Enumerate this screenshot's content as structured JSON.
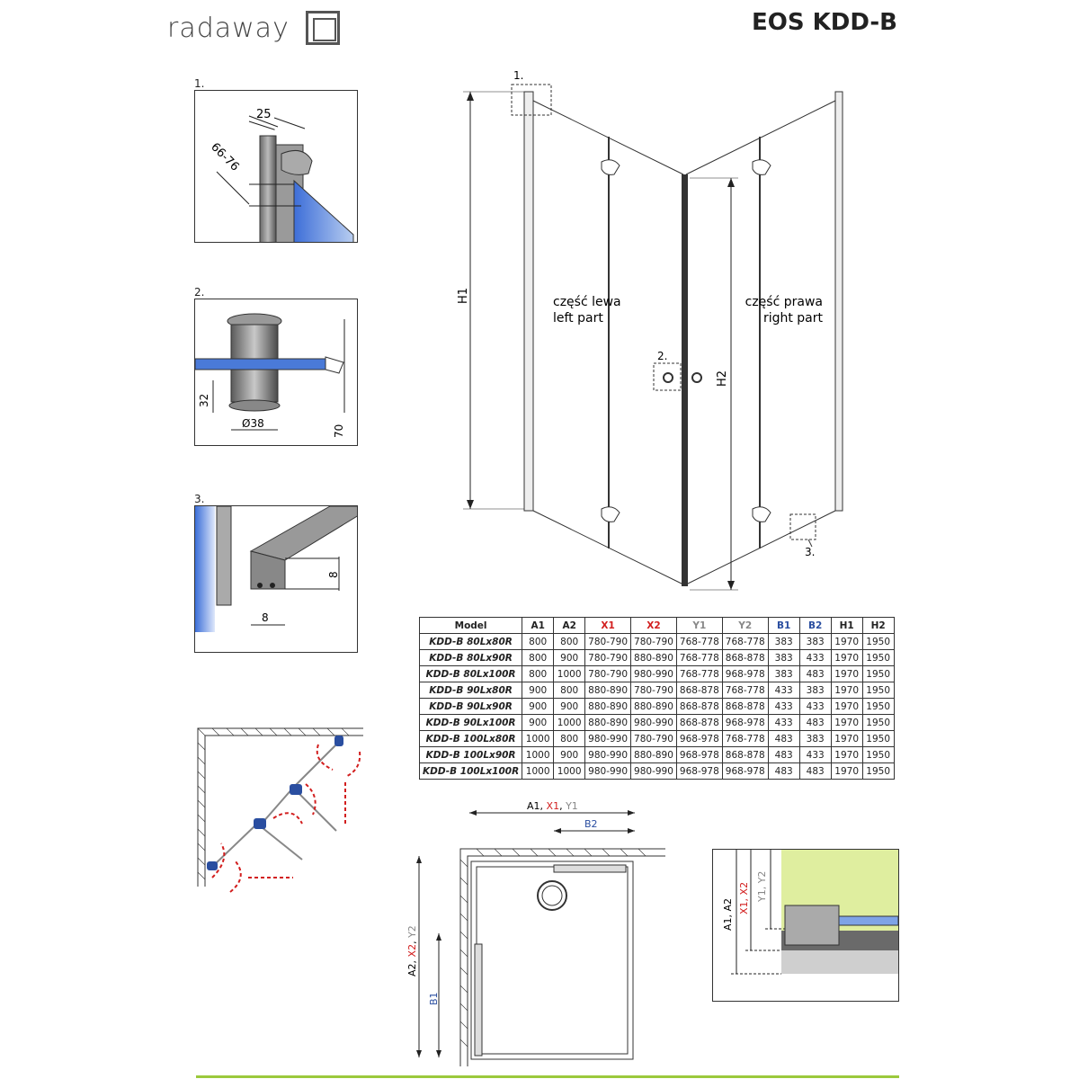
{
  "header": {
    "logo_text": "radaway",
    "model_title": "EOS KDD-B"
  },
  "details": [
    {
      "label": "1.",
      "dim_top": "25",
      "dim_side": "66-76"
    },
    {
      "label": "2.",
      "dim_height": "32",
      "dim_diameter": "Ø38",
      "dim_total": "70"
    },
    {
      "label": "3.",
      "dim_vertical": "8",
      "dim_horizontal": "8"
    }
  ],
  "main_drawing": {
    "callout_1": "1.",
    "callout_2": "2.",
    "callout_3": "3.",
    "h1": "H1",
    "h2": "H2",
    "left_pl": "część lewa",
    "left_en": "left part",
    "right_pl": "część prawa",
    "right_en": "right part"
  },
  "table": {
    "headers": [
      "Model",
      "A1",
      "A2",
      "X1",
      "X2",
      "Y1",
      "Y2",
      "B1",
      "B2",
      "H1",
      "H2"
    ],
    "header_colors": [
      "#222222",
      "#222222",
      "#222222",
      "#d21e1e",
      "#d21e1e",
      "#888888",
      "#888888",
      "#2a4ea0",
      "#2a4ea0",
      "#222222",
      "#222222"
    ],
    "rows": [
      [
        "KDD-B 80Lx80R",
        "800",
        "800",
        "780-790",
        "780-790",
        "768-778",
        "768-778",
        "383",
        "383",
        "1970",
        "1950"
      ],
      [
        "KDD-B 80Lx90R",
        "800",
        "900",
        "780-790",
        "880-890",
        "768-778",
        "868-878",
        "383",
        "433",
        "1970",
        "1950"
      ],
      [
        "KDD-B 80Lx100R",
        "800",
        "1000",
        "780-790",
        "980-990",
        "768-778",
        "968-978",
        "383",
        "483",
        "1970",
        "1950"
      ],
      [
        "KDD-B 90Lx80R",
        "900",
        "800",
        "880-890",
        "780-790",
        "868-878",
        "768-778",
        "433",
        "383",
        "1970",
        "1950"
      ],
      [
        "KDD-B 90Lx90R",
        "900",
        "900",
        "880-890",
        "880-890",
        "868-878",
        "868-878",
        "433",
        "433",
        "1970",
        "1950"
      ],
      [
        "KDD-B 90Lx100R",
        "900",
        "1000",
        "880-890",
        "980-990",
        "868-878",
        "968-978",
        "433",
        "483",
        "1970",
        "1950"
      ],
      [
        "KDD-B 100Lx80R",
        "1000",
        "800",
        "980-990",
        "780-790",
        "968-978",
        "768-778",
        "483",
        "383",
        "1970",
        "1950"
      ],
      [
        "KDD-B 100Lx90R",
        "1000",
        "900",
        "980-990",
        "880-890",
        "968-978",
        "868-878",
        "483",
        "433",
        "1970",
        "1950"
      ],
      [
        "KDD-B 100Lx100R",
        "1000",
        "1000",
        "980-990",
        "980-990",
        "968-978",
        "968-978",
        "483",
        "483",
        "1970",
        "1950"
      ]
    ]
  },
  "plan": {
    "top_dim_a": "A1, ",
    "top_dim_x": "X1",
    "top_dim_sep": ", ",
    "top_dim_y": "Y1",
    "b2": "B2",
    "side_dim_a": "A2, ",
    "side_dim_x": "X2",
    "side_dim_sep": ", ",
    "side_dim_y": "Y2",
    "b1": "B1"
  },
  "section": {
    "label_a": "A1, A2",
    "label_x": "X1, X2",
    "label_y": "Y1, Y2"
  },
  "colors": {
    "red": "#d21e1e",
    "grey": "#888888",
    "blue": "#2a4ea0",
    "green_band": "#9bc93c",
    "wall_green": "#dfee9f"
  }
}
